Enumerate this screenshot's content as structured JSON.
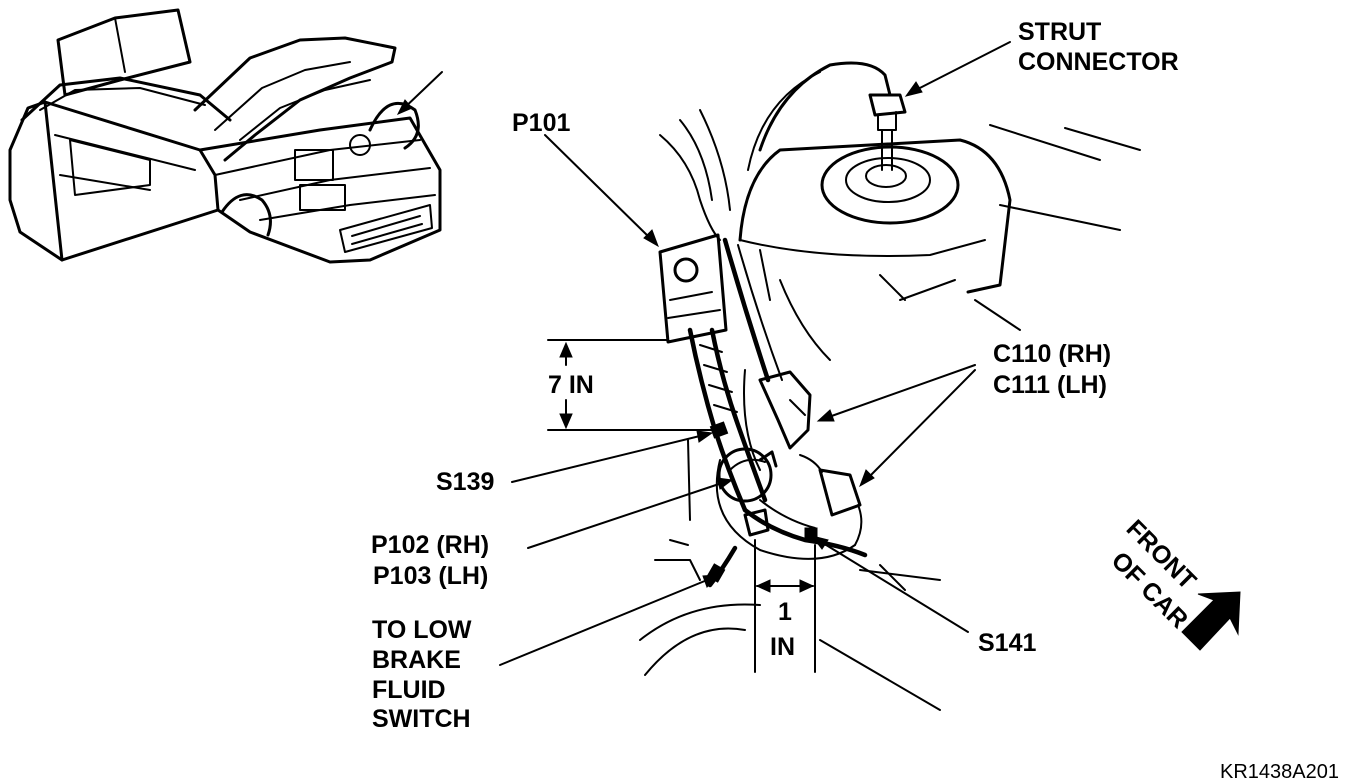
{
  "labels": {
    "strut_connector_line1": "STRUT",
    "strut_connector_line2": "CONNECTOR",
    "p101": "P101",
    "c110": "C110 (RH)",
    "c111": "C111 (LH)",
    "seven_in": "7 IN",
    "s139": "S139",
    "p102": "P102 (RH)",
    "p103": "P103 (LH)",
    "to_low_line1": "TO LOW",
    "to_low_line2": "BRAKE",
    "to_low_line3": "FLUID",
    "to_low_line4": "SWITCH",
    "one_in_line1": "1",
    "one_in_line2": "IN",
    "s141": "S141",
    "front_line1": "FRONT",
    "front_line2": "OF CAR",
    "figure_id": "KR1438A201"
  }
}
